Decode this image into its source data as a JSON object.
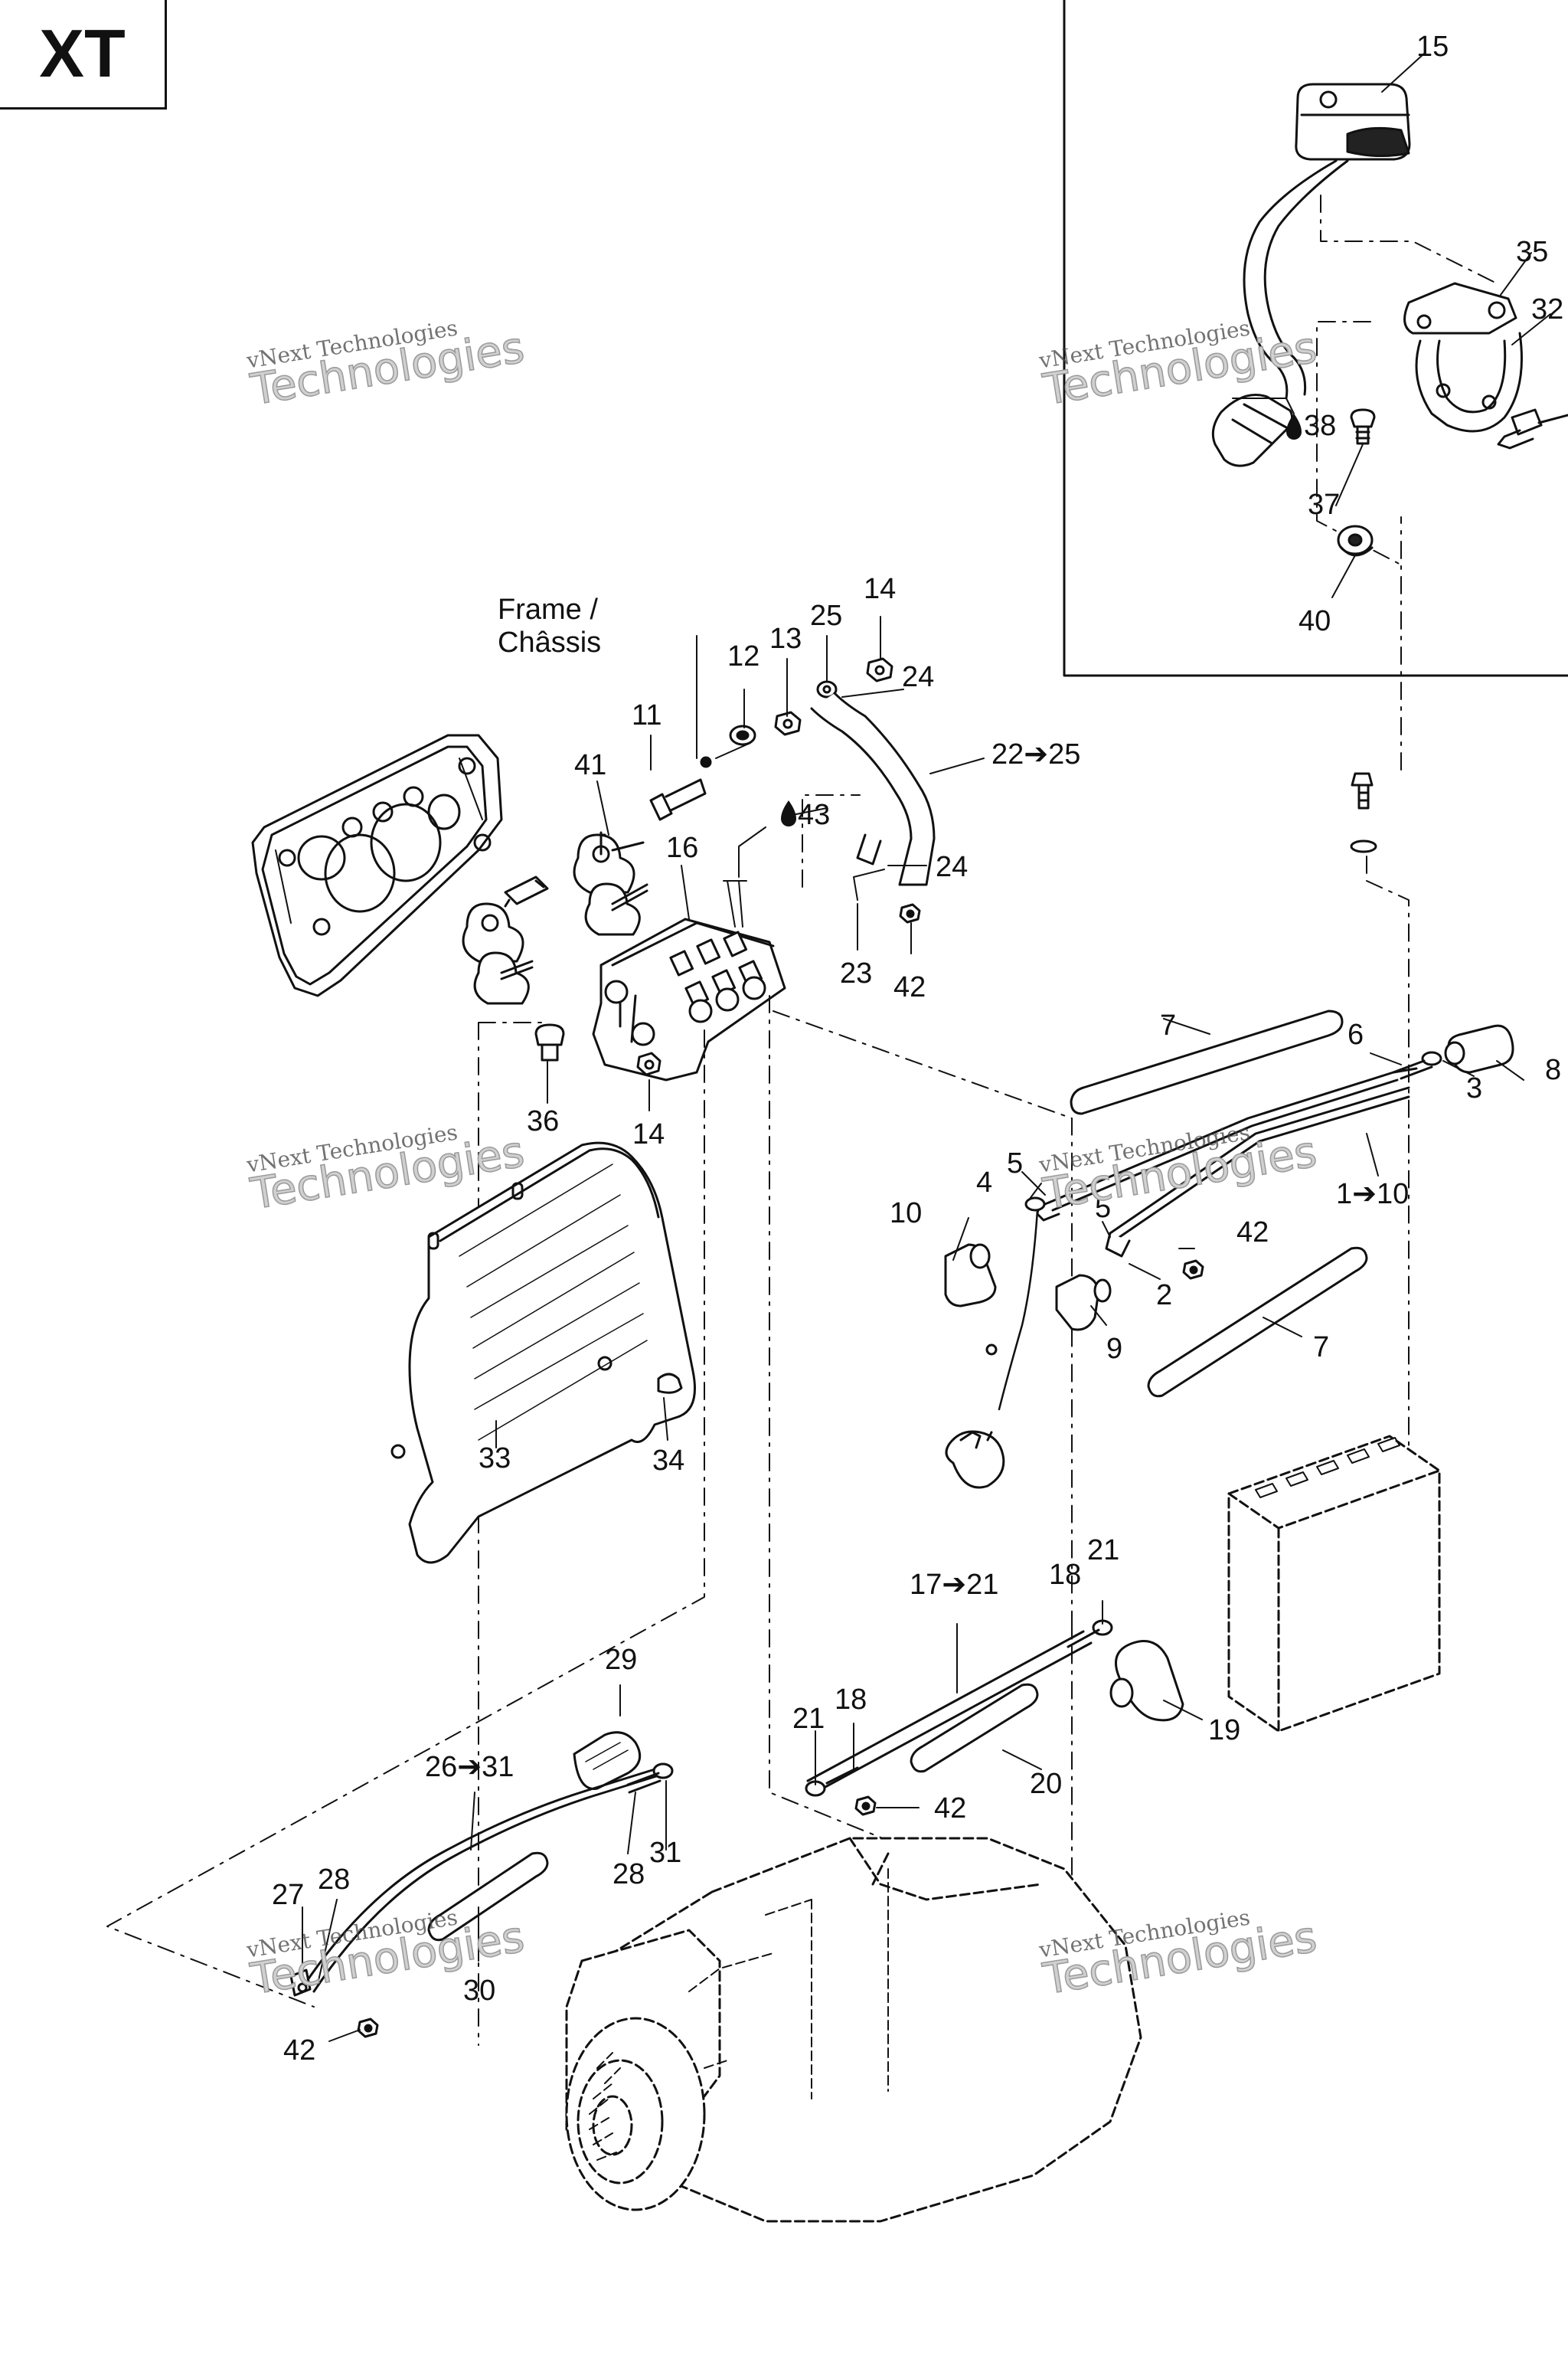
{
  "title": "XT",
  "frame_label_line1": "Frame /",
  "frame_label_line2": "Châssis",
  "watermark_line1": "vNext Technologies",
  "watermark_line2": "Technologies",
  "callouts": {
    "c15": "15",
    "c35": "35",
    "c32": "32",
    "c38": "38",
    "c37": "37",
    "c40": "40",
    "c14a": "14",
    "c25a": "25",
    "c13": "13",
    "c12": "12",
    "c24a": "24",
    "c11": "11",
    "c41": "41",
    "c22": "22➔25",
    "c43": "43",
    "c16": "16",
    "c24b": "24",
    "c23": "23",
    "c42a": "42",
    "c7a": "7",
    "c6": "6",
    "c8": "8",
    "c3": "3",
    "c36": "36",
    "c14b": "14",
    "c1": "1➔10",
    "c5a": "5",
    "c4": "4",
    "c5b": "5",
    "c10": "10",
    "c42b": "42",
    "c2": "2",
    "c9": "9",
    "c7b": "7",
    "c33": "33",
    "c34": "34",
    "c17": "17➔21",
    "c18a": "18",
    "c21a": "21",
    "c19": "19",
    "c29": "29",
    "c21b": "21",
    "c18b": "18",
    "c20": "20",
    "c26": "26➔31",
    "c42c": "42",
    "c28a": "28",
    "c31": "31",
    "c27": "27",
    "c28b": "28",
    "c30": "30",
    "c42d": "42"
  },
  "icons": {
    "drop": "oil-drop-icon",
    "arrow": "right-arrow-icon"
  }
}
